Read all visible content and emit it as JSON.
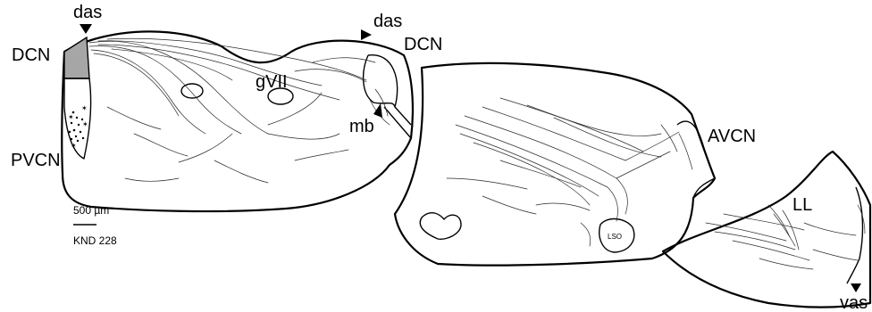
{
  "labels": {
    "das_left": "das",
    "das_right": "das",
    "dcn_left": "DCN",
    "dcn_right": "DCN",
    "gvii": "gVII",
    "mb": "mb",
    "pvcn": "PVCN",
    "avcn": "AVCN",
    "ll": "LL",
    "vas": "vas",
    "lso": "LSO"
  },
  "scale_bar": {
    "label": "500 µm",
    "case_id": "KND 228"
  },
  "colors": {
    "outline": "#000000",
    "dcn_fill": "#a6a6a6",
    "background": "#ffffff"
  }
}
